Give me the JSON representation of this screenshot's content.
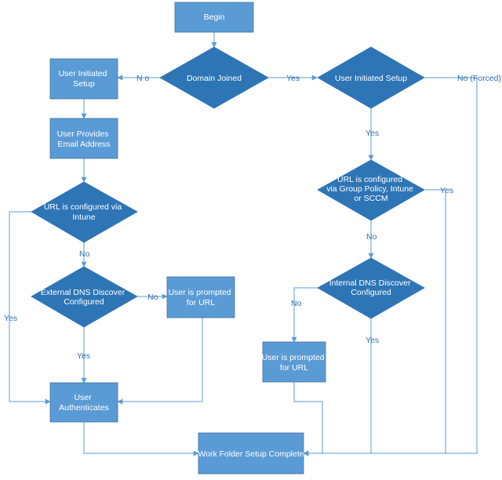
{
  "nodes": {
    "begin": "Begin",
    "domain_joined": "Domain Joined",
    "user_initiated_setup_left": [
      "User Initiated",
      "Setup"
    ],
    "user_initiated_setup_right": "User Initiated Setup",
    "user_provides_email": [
      "User Provides",
      "Email Address"
    ],
    "url_intune": [
      "URL is configured via",
      "Intune"
    ],
    "url_gp": [
      "URL is configured",
      "via Group Policy, Intune",
      "or SCCM"
    ],
    "external_dns": [
      "External DNS Discover",
      "Configured"
    ],
    "internal_dns": [
      "Internal DNS Discover",
      "Configured"
    ],
    "prompt_left": [
      "User is prompted",
      "for URL"
    ],
    "prompt_right": [
      "User is prompted",
      "for URL"
    ],
    "user_authenticates": [
      "User",
      "Authenticates"
    ],
    "complete": "Work Folder Setup Complete"
  },
  "edge_labels": {
    "domain_no": "N o",
    "domain_yes": "Yes",
    "forced": "No (Forced)",
    "uis_yes": "Yes",
    "gp_yes": "Yes",
    "gp_no": "No",
    "intune_no": "No",
    "intune_yes": "Yes",
    "ext_no": "No",
    "ext_yes": "Yes",
    "int_no": "No",
    "int_yes": "Yes"
  }
}
